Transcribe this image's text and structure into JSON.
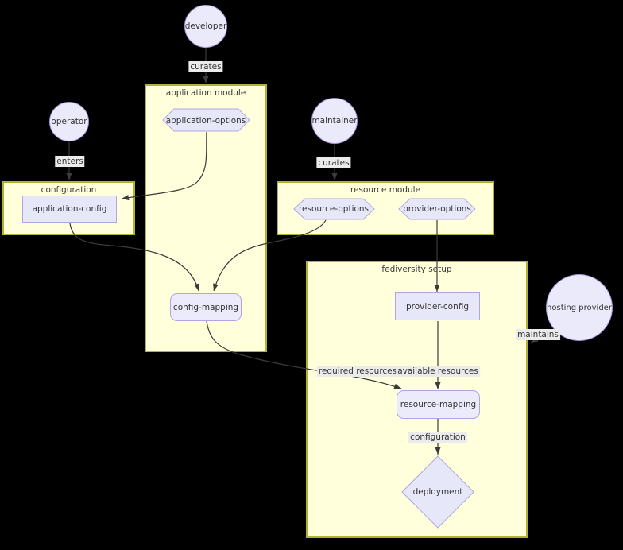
{
  "diagram": {
    "background": "#000000",
    "colors": {
      "cluster_fill": "#ffffdb",
      "cluster_border": "#b2b231",
      "node_fill": "#e7e7fa",
      "node_border": "#b3a3e3",
      "circle_border": "#a794dd",
      "edge_color": "#3b3b3b",
      "edge_label_bg": "#ebebeb",
      "text_color": "#343434"
    },
    "actors": {
      "developer": "developer",
      "operator": "operator",
      "maintainer": "maintainer",
      "hosting_provider": "hosting provider"
    },
    "clusters": {
      "application_module": "application module",
      "configuration": "configuration",
      "resource_module": "resource module",
      "fediversity_setup": "fediversity setup"
    },
    "nodes": {
      "application_options": "application-options",
      "application_config": "application-config",
      "resource_options": "resource-options",
      "provider_options": "provider-options",
      "config_mapping": "config-mapping",
      "provider_config": "provider-config",
      "resource_mapping": "resource-mapping",
      "deployment": "deployment"
    },
    "edge_labels": {
      "developer_curates": "curates",
      "operator_enters": "enters",
      "maintainer_curates": "curates",
      "required_resources": "required resources",
      "available_resources": "available resources",
      "deploy_configuration": "configuration",
      "maintains": "maintains"
    }
  }
}
